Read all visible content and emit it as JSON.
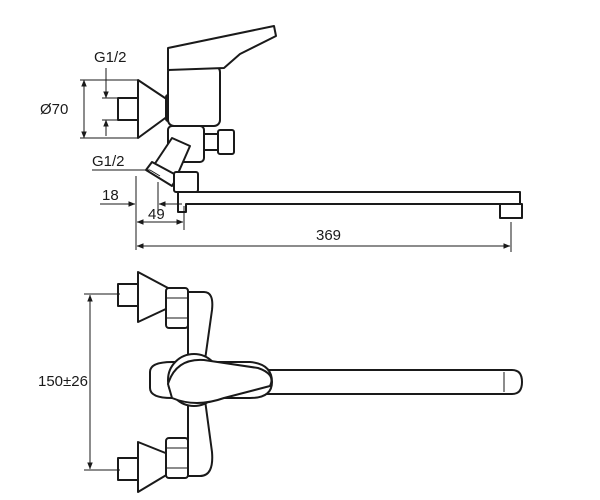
{
  "dimensions": {
    "thread_top": "G1/2",
    "diameter": "Ø70",
    "thread_bottom": "G1/2",
    "offset_short": "18",
    "offset_long": "49",
    "spout_length": "369",
    "center_distance": "150±26"
  },
  "colors": {
    "line": "#1a1a1a",
    "background": "#ffffff"
  }
}
